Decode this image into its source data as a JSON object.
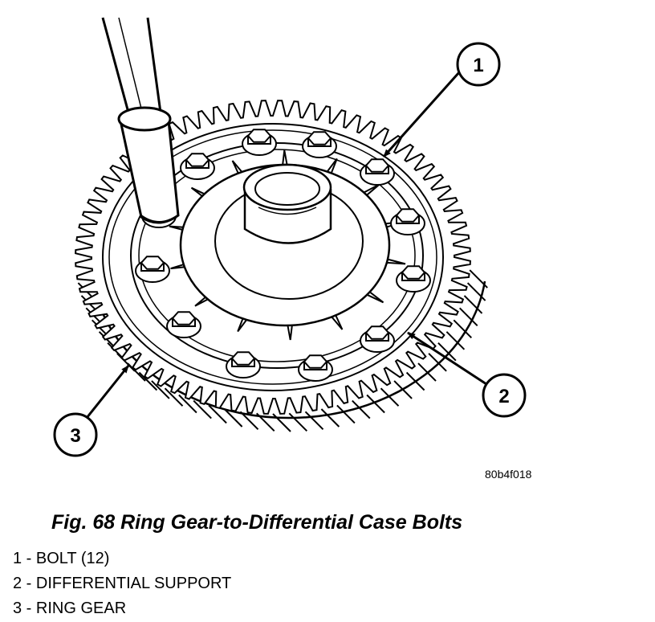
{
  "figure": {
    "callouts": [
      "1",
      "2",
      "3"
    ],
    "code": "80b4f018",
    "caption": "Fig. 68 Ring Gear-to-Differential Case Bolts"
  },
  "legend": [
    {
      "text": "1 - BOLT (12)"
    },
    {
      "text": "2 - DIFFERENTIAL SUPPORT"
    },
    {
      "text": "3 - RING GEAR"
    }
  ]
}
